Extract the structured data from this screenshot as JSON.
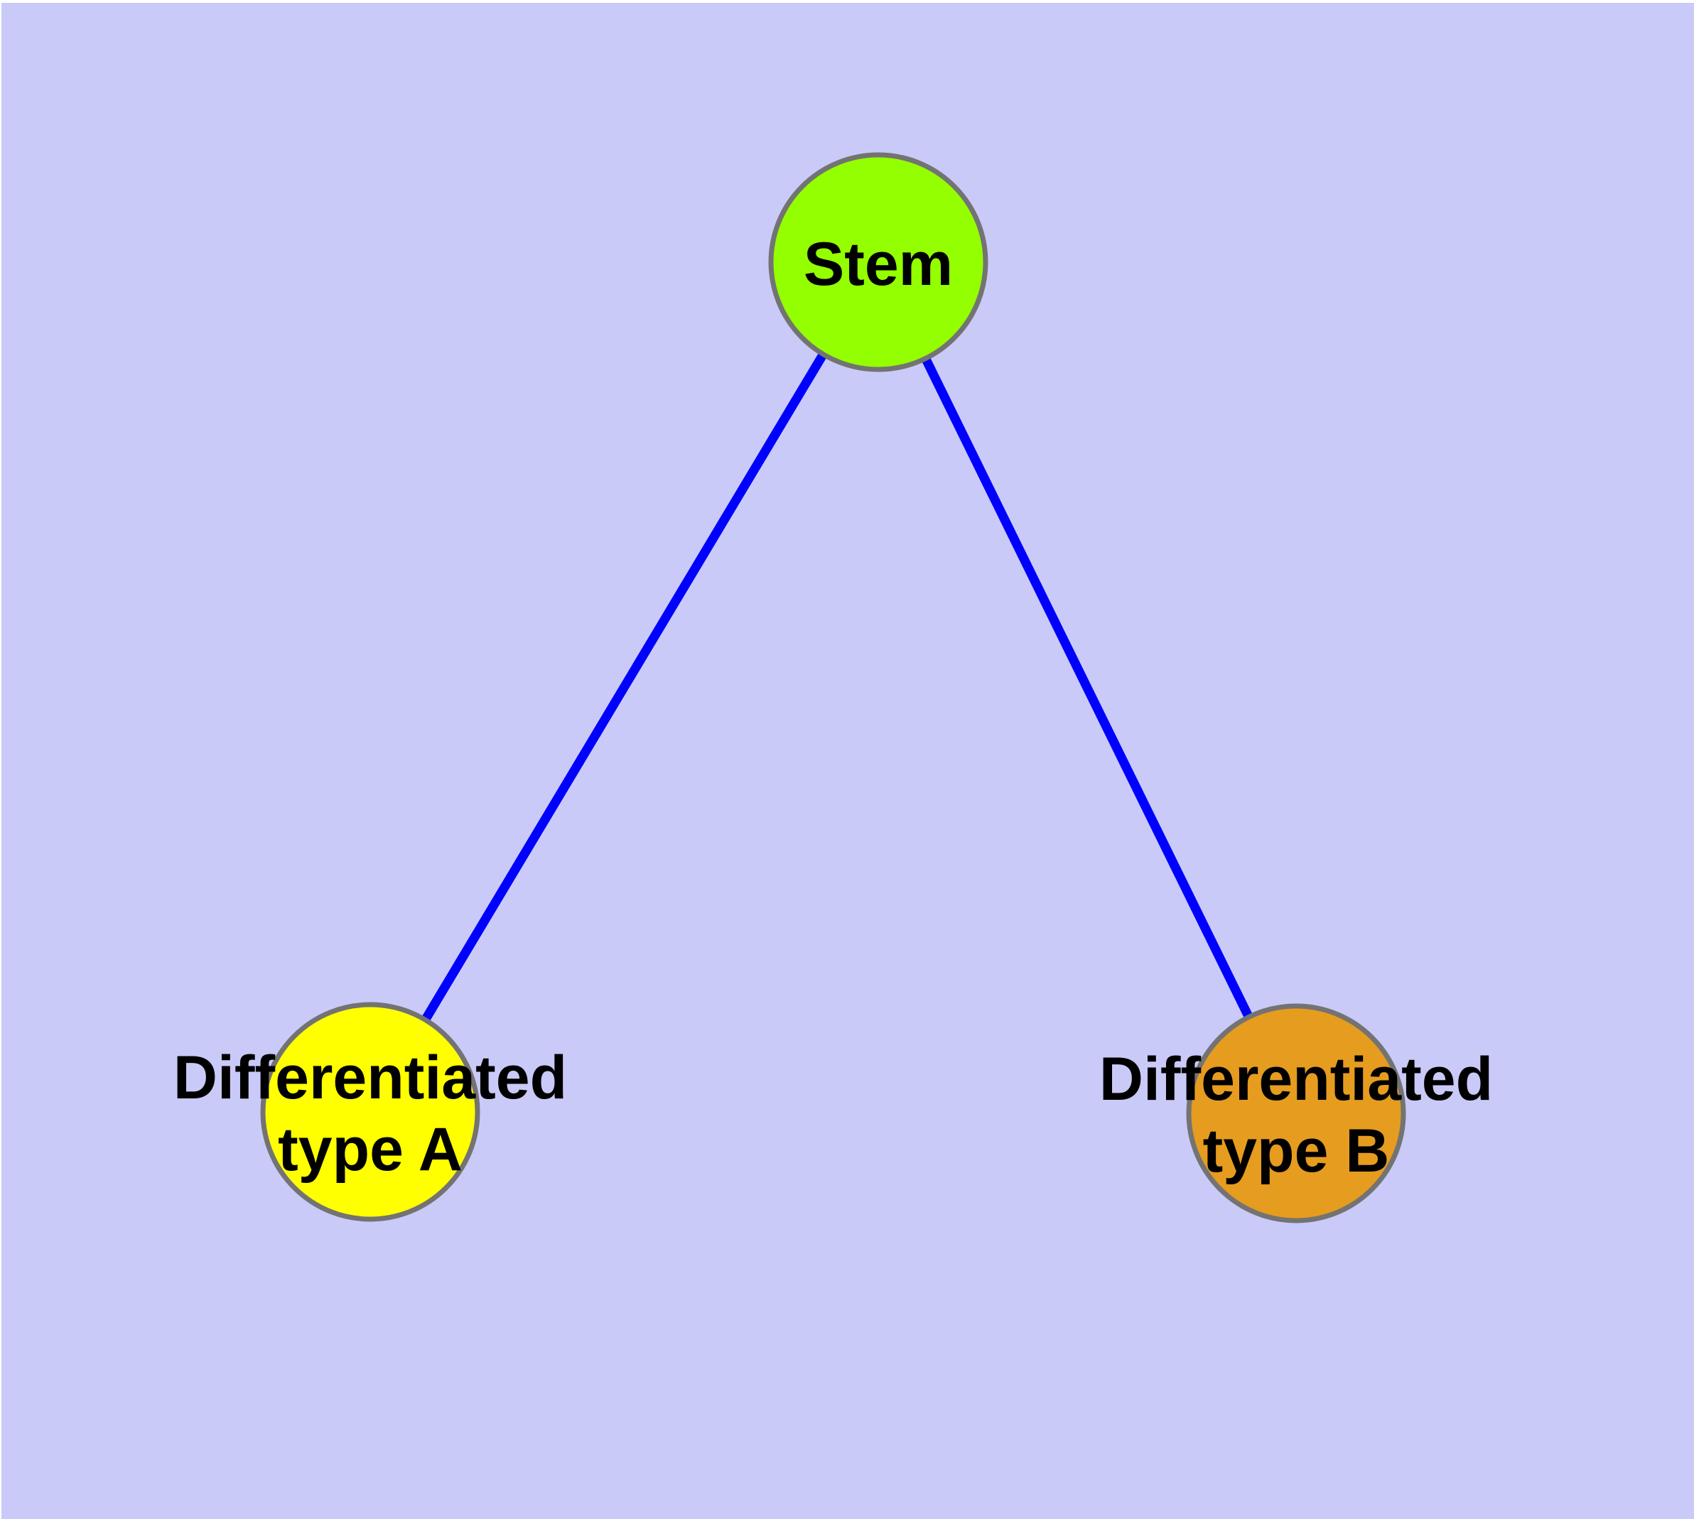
{
  "canvas": {
    "background": "#cacaf8",
    "margin_color": "#ffffff"
  },
  "graph": {
    "type": "node-link-diagram",
    "edge_color": "#0000ff",
    "node_border_color": "#737373",
    "label_color": "#000000",
    "nodes": [
      {
        "id": "stem",
        "label": "Stem",
        "fill": "#94ff00"
      },
      {
        "id": "differentiated-type-a",
        "label": "Differentiated type A",
        "label_line1": "Differentiated",
        "label_line2": "type A",
        "fill": "#ffff00"
      },
      {
        "id": "differentiated-type-b",
        "label": "Differentiated type B",
        "label_line1": "Differentiated",
        "label_line2": "type B",
        "fill": "#e69c1e"
      }
    ],
    "edges": [
      {
        "from": "stem",
        "to": "differentiated-type-a"
      },
      {
        "from": "stem",
        "to": "differentiated-type-b"
      }
    ]
  }
}
